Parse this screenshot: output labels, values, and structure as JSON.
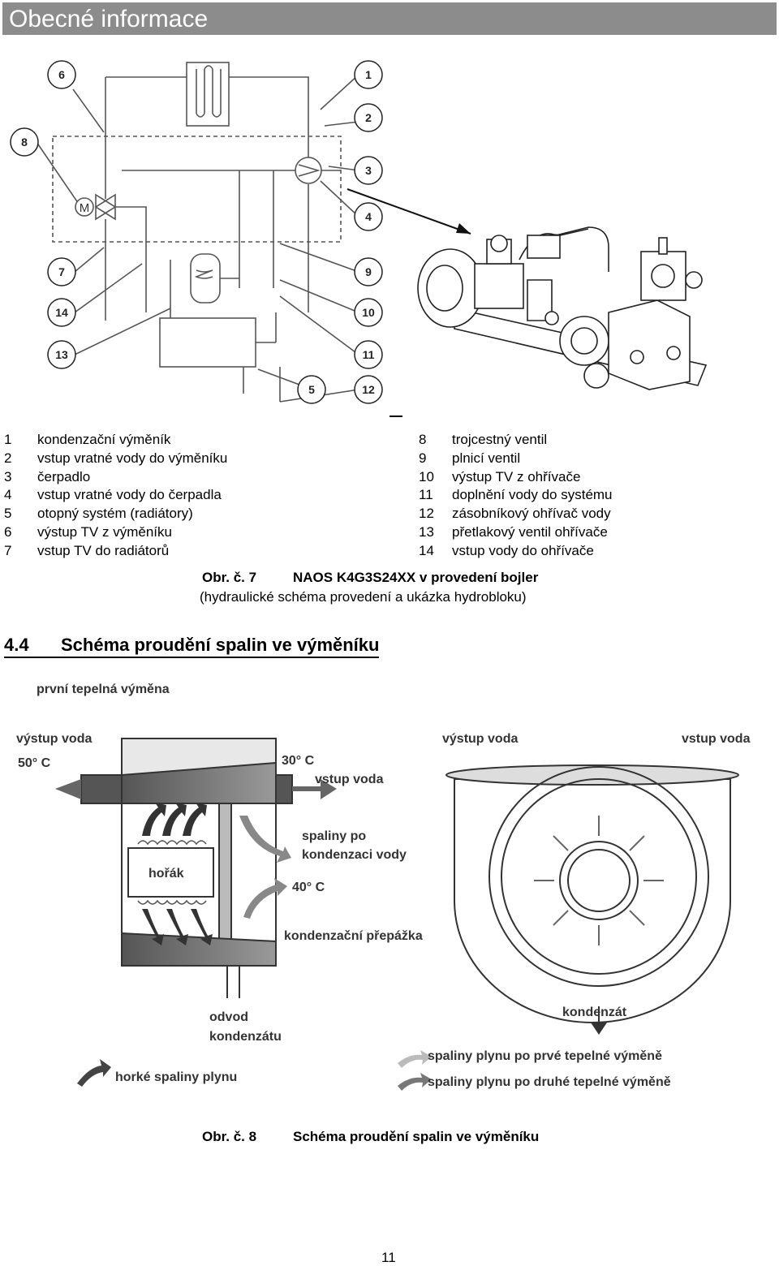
{
  "header": {
    "title": "Obecné informace"
  },
  "figure7": {
    "callouts": [
      "1",
      "2",
      "3",
      "4",
      "5",
      "6",
      "7",
      "8",
      "9",
      "10",
      "11",
      "12",
      "13",
      "14"
    ],
    "motor_label": "M",
    "legend_left": [
      {
        "num": "1",
        "text": "kondenzační výměník"
      },
      {
        "num": "2",
        "text": "vstup vratné vody do výměníku"
      },
      {
        "num": "3",
        "text": "čerpadlo"
      },
      {
        "num": "4",
        "text": "vstup vratné vody do čerpadla"
      },
      {
        "num": "5",
        "text": "otopný systém (radiátory)"
      },
      {
        "num": "6",
        "text": "výstup TV z výměníku"
      },
      {
        "num": "7",
        "text": "vstup TV do radiátorů"
      }
    ],
    "legend_right": [
      {
        "num": "8",
        "text": "trojcestný ventil"
      },
      {
        "num": "9",
        "text": "plnicí ventil"
      },
      {
        "num": "10",
        "text": "výstup TV z ohřívače"
      },
      {
        "num": "11",
        "text": "doplnění vody do systému"
      },
      {
        "num": "12",
        "text": "zásobníkový ohřívač vody"
      },
      {
        "num": "13",
        "text": "přetlakový ventil ohřívače"
      },
      {
        "num": "14",
        "text": "vstup vody do ohřívače"
      }
    ],
    "caption_label": "Obr. č. 7",
    "caption_title": "NAOS K4G3S24XX v provedení bojler",
    "caption_subtitle": "(hydraulické schéma provedení a ukázka hydrobloku)"
  },
  "section": {
    "number": "4.4",
    "title": "Schéma proudění spalin ve výměníku"
  },
  "figure8": {
    "labels": {
      "first_exchange": "první tepelná výměna",
      "water_out_left": "výstup voda",
      "temp_50": "50° C",
      "temp_30": "30° C",
      "water_in": "vstup voda",
      "flue_condensing": "spaliny po",
      "flue_condensing_2": "kondenzaci vody",
      "burner": "hořák",
      "temp_40": "40° C",
      "condensing_baffle": "kondenzační přepážka",
      "condensate_drain": "odvod",
      "condensate_drain_2": "kondenzátu",
      "hot_flue": "horké spaliny plynu",
      "water_out_mid": "výstup voda",
      "water_out_right": "vstup voda",
      "condensate": "kondenzát",
      "flue_first": "spaliny plynu po prvé tepelné výměně",
      "flue_second": "spaliny plynu po druhé tepelné výměně"
    },
    "caption_label": "Obr. č. 8",
    "caption_title": "Schéma proudění spalin ve výměníku"
  },
  "page_number": "11"
}
